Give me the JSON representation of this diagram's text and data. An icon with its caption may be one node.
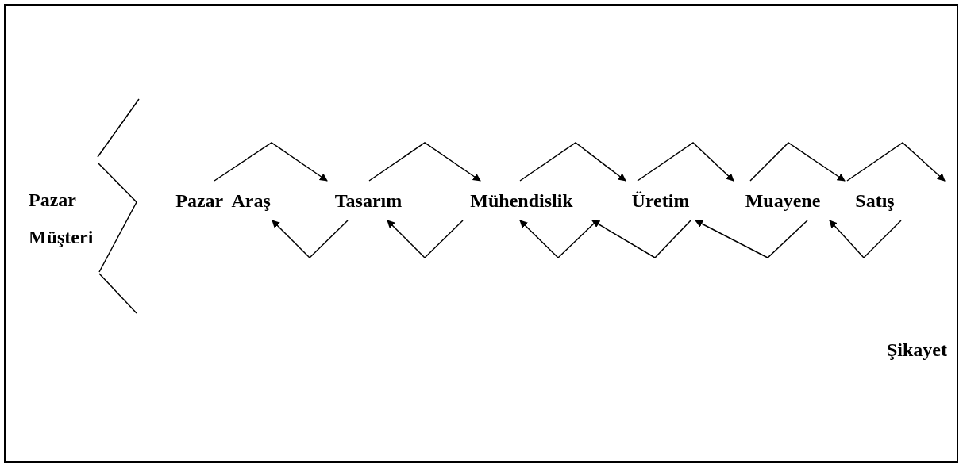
{
  "diagram": {
    "nodes": [
      {
        "text": [
          "Pazar  Araş"
        ]
      },
      {
        "text": [
          "Tasarım"
        ]
      },
      {
        "text": [
          "Mühendislik"
        ]
      },
      {
        "text": [
          "Üretim"
        ]
      },
      {
        "text": [
          "Muayene"
        ]
      },
      {
        "text": [
          "Satış"
        ]
      },
      {
        "text": [
          "Şikayet"
        ]
      }
    ],
    "edges": [
      {
        "from": 0,
        "to": 1,
        "arrow": "to"
      },
      {
        "from": 1,
        "to": 2,
        "arrow": "to"
      },
      {
        "from": 2,
        "to": 3,
        "arrow": "to"
      },
      {
        "from": 3,
        "to": 4,
        "arrow": "to"
      },
      {
        "from": 4,
        "to": 5,
        "arrow": "to"
      },
      {
        "from": 5,
        "to": null,
        "arrow": "to"
      },
      {
        "from": 1,
        "to": 0,
        "arrow": "to"
      },
      {
        "from": 2,
        "to": 1,
        "arrow": "to"
      },
      {
        "from": null,
        "to": 2,
        "arrow": "to"
      },
      {
        "from": 3,
        "to": 2,
        "arrow": "to"
      },
      {
        "from": 4,
        "to": 3,
        "arrow": "to"
      },
      {
        "from": 5,
        "to": 4,
        "arrow": "to"
      }
    ],
    "labels": [
      "Pazar",
      "Müşteri"
    ]
  }
}
